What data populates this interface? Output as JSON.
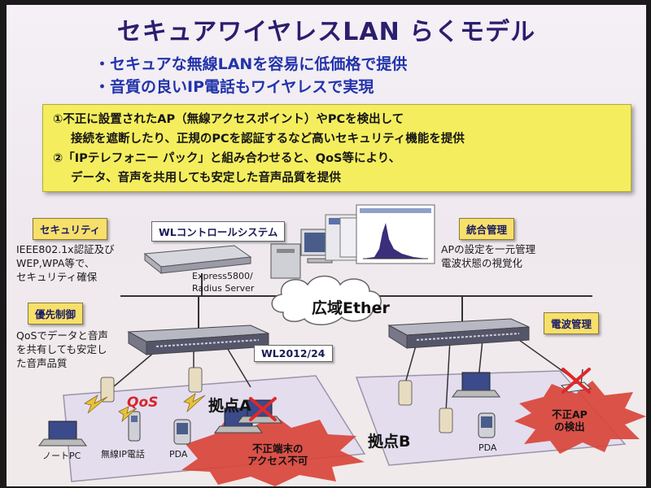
{
  "title": "セキュアワイヤレスLAN らくモデル",
  "bullets": [
    "・セキュアな無線LANを容易に低価格で提供",
    "・音質の良いIP電話もワイヤレスで実現"
  ],
  "features": {
    "line1": "①不正に設置されたAP（無線アクセスポイント）やPCを検出して",
    "line2": "接続を遮断したり、正規のPCを認証するなど高いセキュリティ機能を提供",
    "line3": "②「IPテレフォニー パック」と組み合わせると、QoS等により、",
    "line4": "データ、音声を共用しても安定した音声品質を提供"
  },
  "security": {
    "tag": "セキュリティ",
    "line1": "IEEE802.1x認証及び",
    "line2": "WEP,WPA等で、",
    "line3": "セキュリティ確保"
  },
  "wl_control": "WLコントロールシステム",
  "server": {
    "line1": "Express5800/",
    "line2": "Radius Server"
  },
  "management": {
    "tag": "統合管理",
    "line1": "APの設定を一元管理",
    "line2": "電波状態の視覚化"
  },
  "cloud": "広域Ether",
  "priority": {
    "tag": "優先制御",
    "line1": "QoSでデータと音声",
    "line2": "を共有しても安定し",
    "line3": "た音声品質"
  },
  "radio": {
    "tag": "電波管理"
  },
  "switch_label": "WL2012/24",
  "qos": "QoS",
  "site_a": "拠点A",
  "site_b": "拠点B",
  "devices": {
    "notebook": "ノートPC",
    "ip_phone": "無線IP電話",
    "pda_a": "PDA",
    "pda_b": "PDA"
  },
  "burst_a": {
    "line1": "不正端末の",
    "line2": "アクセス不可"
  },
  "burst_b": {
    "line1": "不正AP",
    "line2": "の検出"
  },
  "colors": {
    "title": "#2b1e6e",
    "bullet": "#2233aa",
    "highlight_box": "#f4ee5e",
    "tag": "#f7e06a",
    "burst": "#d9443a",
    "cross": "#e0282a"
  }
}
